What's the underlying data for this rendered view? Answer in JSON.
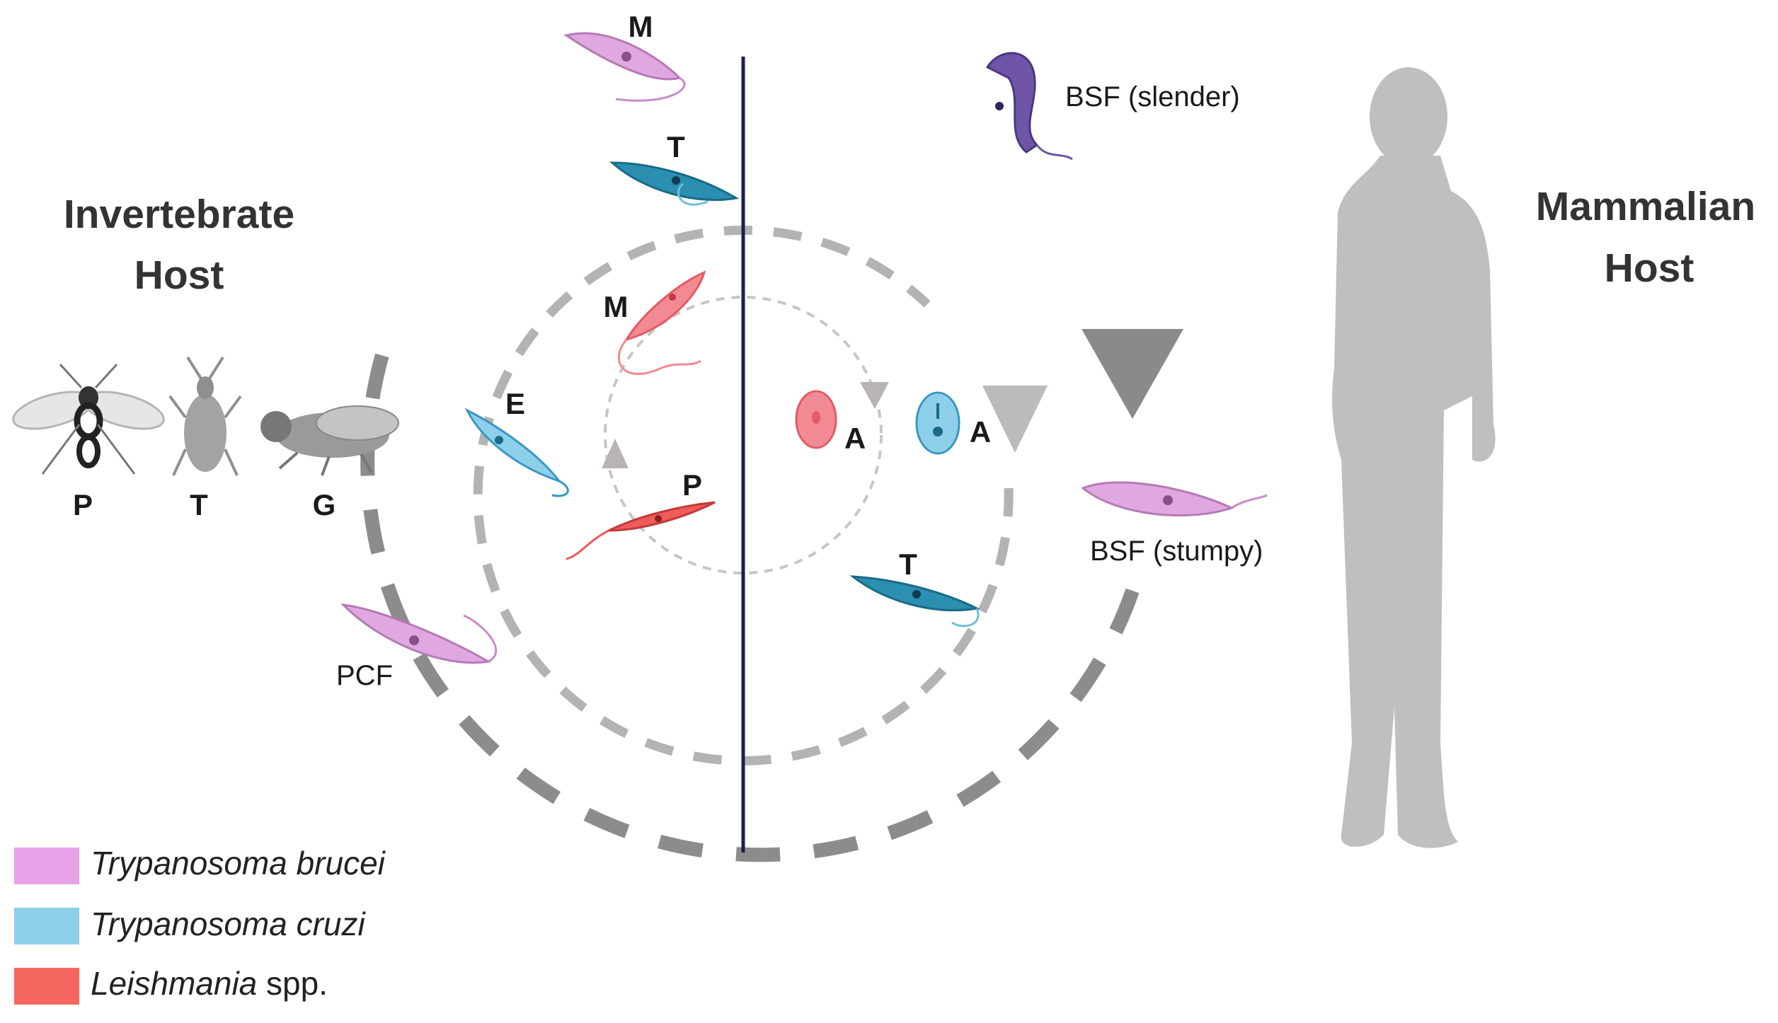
{
  "hosts": {
    "invertebrate_line1": "Invertebrate",
    "invertebrate_line2": "Host",
    "mammalian_line1": "Mammalian",
    "mammalian_line2": "Host"
  },
  "vectors": {
    "p_label": "P",
    "t_label": "T",
    "g_label": "G"
  },
  "stages": {
    "brucei_m": "M",
    "brucei_bsf_slender": "BSF (slender)",
    "brucei_bsf_stumpy": "BSF (stumpy)",
    "brucei_pcf": "PCF",
    "cruzi_t_top": "T",
    "cruzi_e": "E",
    "cruzi_t_bottom": "T",
    "cruzi_a": "A",
    "leish_m": "M",
    "leish_p": "P",
    "leish_a": "A"
  },
  "legend": [
    {
      "italic": "Trypanosoma brucei",
      "suffix": "",
      "color": "#e8a2e8"
    },
    {
      "italic": "Trypanosoma cruzi",
      "suffix": "",
      "color": "#8ecfea"
    },
    {
      "italic": "Leishmania",
      "suffix": " spp.",
      "color": "#f4665e"
    }
  ],
  "colors": {
    "brucei": "#d99ad9",
    "brucei_slender": "#6b4fa0",
    "cruzi": "#2a8fb0",
    "cruzi_light": "#8ecfea",
    "leishmania": "#ef5a5a",
    "leish_light": "#f28a93",
    "cycle_outer": "#8c8c8c",
    "cycle_mid": "#b3b3b3",
    "cycle_inner": "#c2c2c2",
    "divider": "#1c1f4d",
    "silhouette": "#bfbfbf"
  }
}
